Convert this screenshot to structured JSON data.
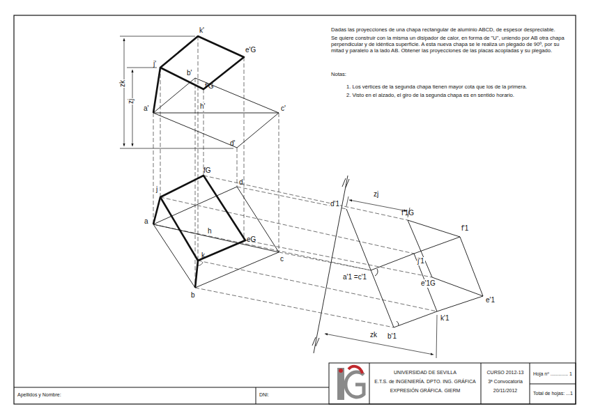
{
  "diagram": {
    "labels": [
      "k'",
      "j'",
      "b'",
      "e'G",
      "f'G",
      "a'",
      "h'",
      "c'",
      "d'",
      "zk",
      "zj",
      "fG",
      "d",
      "j",
      "a",
      "h",
      "k",
      "eG",
      "c",
      "b",
      "d'1",
      "zj",
      "f'1G",
      "f'1",
      "j'1",
      "a'1 =c'1",
      "e'1G",
      "e'1",
      "k'1",
      "b'1",
      "zk",
      "Dadas las proyecciones de una chapa rectangular de aluminio ABCD, de espesor despreciable.",
      "Se quiere construir con la misma un disipador de calor, en forma de \"U\", uniendo por AB otra chapa perpendicular y de idéntica superficie. A esta nueva chapa se le realiza un plegado de 90º, por su mitad y paralelo a la lado AB. Obtener las proyecciones de las placas acopladas y su plegado.",
      "Notas:",
      "1. Los vértices de la segunda chapa tienen mayor cota que los de la primera.",
      "2. Visto en el alzado, el giro de la segunda chapa es en sentido horario.",
      "UNIVERSIDAD DE SEVILLA",
      "E.T.S. de INGENIERÍA. DPTO. ING. GRÁFICA",
      "EXPRESIÓN GRÁFICA. GIERM",
      "CURSO 2012-13",
      "3ª Convocatoria",
      "20/11/2012",
      "Hoja nº ............. 1",
      "Total de hojas: ...1",
      "Apellidos y Nombre:",
      "DNI:"
    ]
  }
}
